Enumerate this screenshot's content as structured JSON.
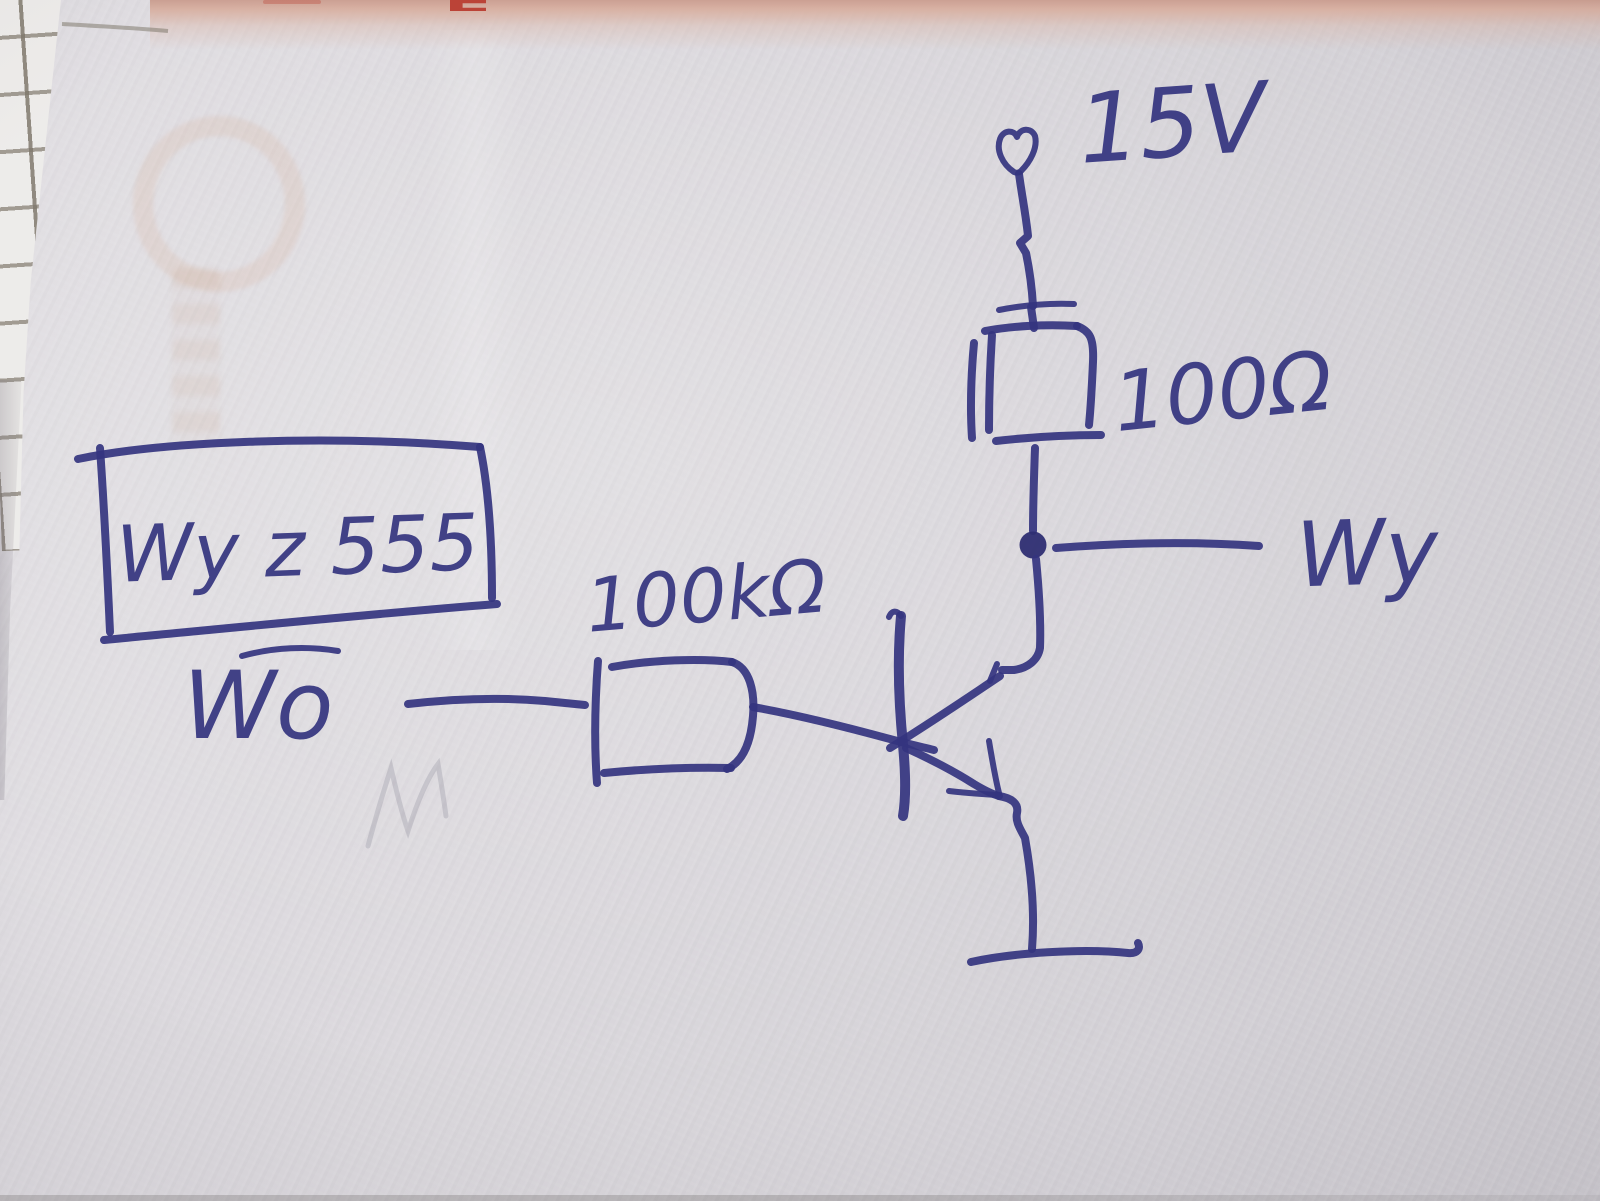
{
  "diagram": {
    "kind": "hand-drawn transistor switch schematic, ballpoint pen on paper (photo)",
    "labels": {
      "supply_voltage": "15V",
      "collector_resistor": "100Ω",
      "base_resistor": "100kΩ",
      "driver_box": "Wy z 555",
      "input_signal": "Wo",
      "input_signal_has_overline": "true",
      "output_signal": "Wy"
    },
    "symbols": [
      "power-terminal-circle",
      "resistor-box-100-ohm",
      "output-node-dot",
      "resistor-box-100k-ohm",
      "npn-transistor",
      "ground-bar"
    ],
    "colors": {
      "ink": "#34347f",
      "paper": "#d6d3d8",
      "grid_paper_line": "#766e61",
      "top_edge_sheet": "#d5ab9c",
      "red_print_mark": "#b53326"
    }
  }
}
